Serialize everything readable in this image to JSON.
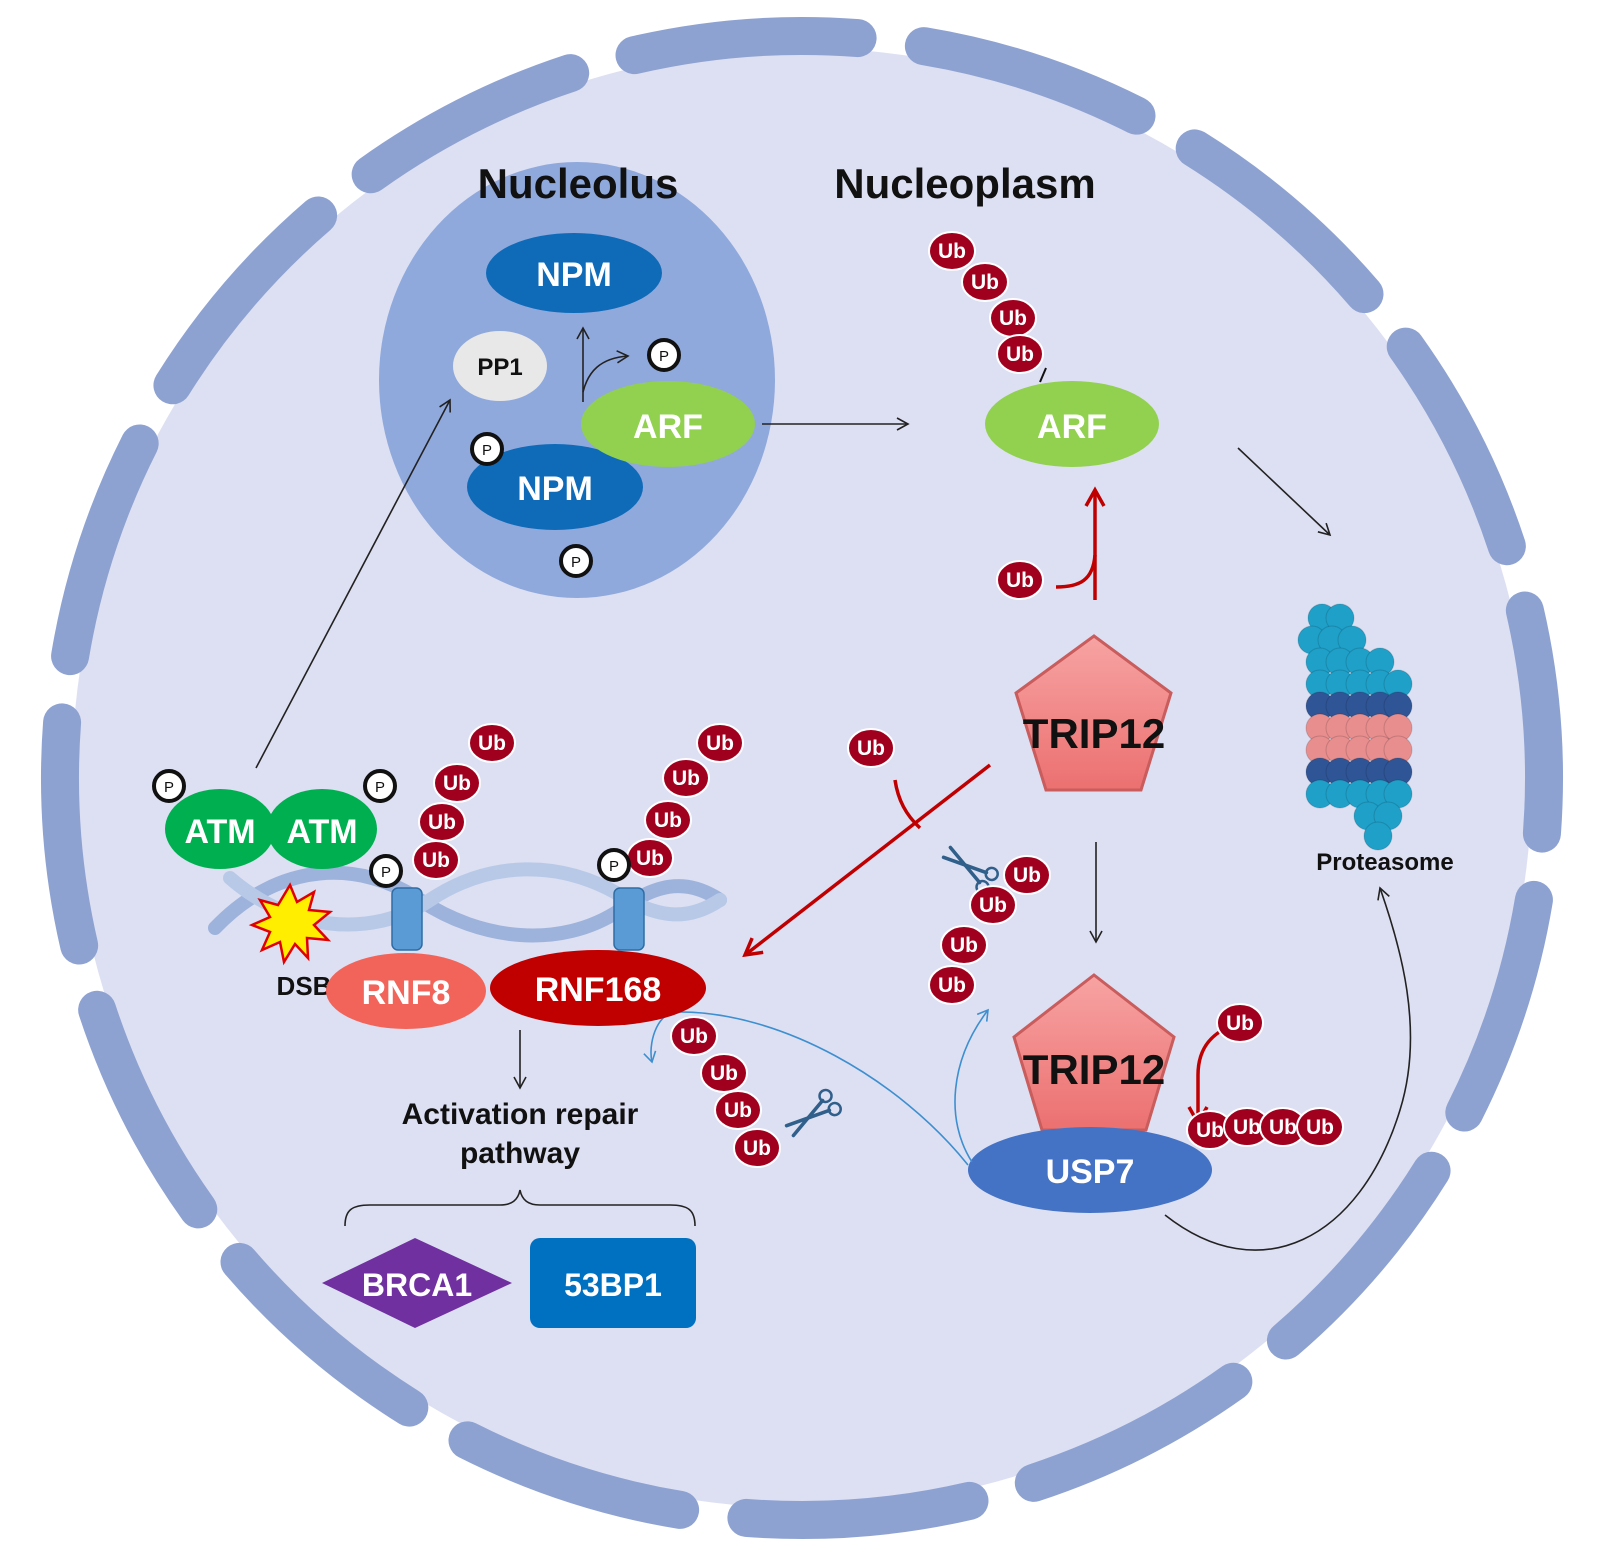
{
  "titles": {
    "nucleolus": "Nucleolus",
    "nucleoplasm": "Nucleoplasm"
  },
  "proteins": {
    "npm_top": "NPM",
    "npm_bottom": "NPM",
    "pp1": "PP1",
    "arf_nucleolus": "ARF",
    "arf_nucleoplasm": "ARF",
    "trip12_top": "TRIP12",
    "trip12_bottom": "TRIP12",
    "usp7": "USP7",
    "atm_left": "ATM",
    "atm_right": "ATM",
    "rnf8": "RNF8",
    "rnf168": "RNF168",
    "brca1": "BRCA1",
    "bp53": "53BP1"
  },
  "labels": {
    "dsb": "DSB",
    "proteasome": "Proteasome",
    "activation_line1": "Activation repair",
    "activation_line2": "pathway"
  },
  "markers": {
    "ubiquitin": "Ub",
    "phosphate": "P"
  },
  "colors": {
    "nucleus_fill": "#dde0f2",
    "envelope": "#8ea2d2",
    "nucleolus_fill": "#90a9dc",
    "npm": "#0f6bb8",
    "arf": "#92d050",
    "pp1": "#e8e8e8",
    "trip12": "#f08080",
    "usp7": "#4472c4",
    "atm": "#00b050",
    "rnf8": "#f2645a",
    "rnf168": "#c00000",
    "brca1": "#7030a0",
    "bp53": "#0070c0",
    "ubiquitin": "#a0001e",
    "red_arrow": "#c00000",
    "blue_arrow": "#3d8fd0"
  }
}
